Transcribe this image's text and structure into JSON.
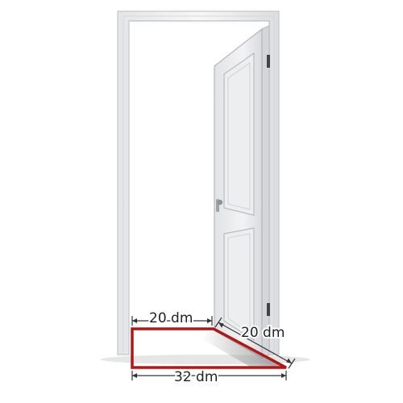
{
  "figure": {
    "measurements": {
      "top_edge": "20 dm",
      "door_edge": "20 dm",
      "bottom_edge": "32 dm"
    },
    "colors": {
      "outline": "#b01818",
      "frame": "#f2f2f4",
      "frame_edge": "#c4c6ca",
      "door": "#eeeff1",
      "door_shade": "#d4d6da",
      "dimension_line": "#333333",
      "hinge": "#444444",
      "floor_shadow": "#9a9a9a"
    }
  }
}
